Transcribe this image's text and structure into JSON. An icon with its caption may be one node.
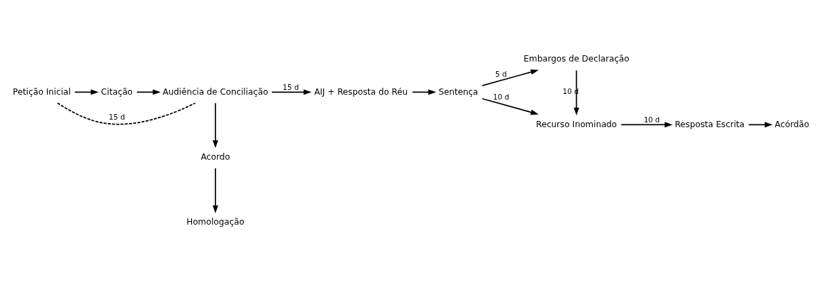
{
  "diagram": {
    "nodes": [
      {
        "text": [
          "Petição Inicial"
        ]
      },
      {
        "text": [
          "Citação"
        ]
      },
      {
        "text": [
          "Audiência de Conciliação"
        ]
      },
      {
        "text": [
          "AIJ + Resposta do Réu"
        ]
      },
      {
        "text": [
          "Sentença"
        ]
      },
      {
        "text": [
          "Embargos de Declaração"
        ]
      },
      {
        "text": [
          "Recurso Inominado"
        ]
      },
      {
        "text": [
          "Resposta Escrita"
        ]
      },
      {
        "text": [
          "Acordo"
        ]
      },
      {
        "text": [
          "Homologação"
        ]
      },
      {
        "text": [
          "Acórdão"
        ]
      }
    ],
    "edges": [
      {
        "from": 0,
        "to": 1,
        "arrow": "to"
      },
      {
        "from": 1,
        "to": 2,
        "arrow": "to"
      },
      {
        "from": 0,
        "to": 2,
        "arrow": "none",
        "label": "15 d",
        "style": "dashed"
      },
      {
        "from": 2,
        "to": 3,
        "arrow": "to",
        "label": "15 d"
      },
      {
        "from": 3,
        "to": 4,
        "arrow": "to"
      },
      {
        "from": 4,
        "to": 5,
        "arrow": "to",
        "label": "5 d"
      },
      {
        "from": 4,
        "to": 6,
        "arrow": "to",
        "label": "10 d"
      },
      {
        "from": 5,
        "to": 6,
        "arrow": "to",
        "label": "10 d"
      },
      {
        "from": 6,
        "to": 7,
        "arrow": "to",
        "label": "10 d"
      },
      {
        "from": 2,
        "to": 8,
        "arrow": "to"
      },
      {
        "from": 8,
        "to": 9,
        "arrow": "to"
      },
      {
        "from": 7,
        "to": 10,
        "arrow": "to"
      }
    ]
  }
}
